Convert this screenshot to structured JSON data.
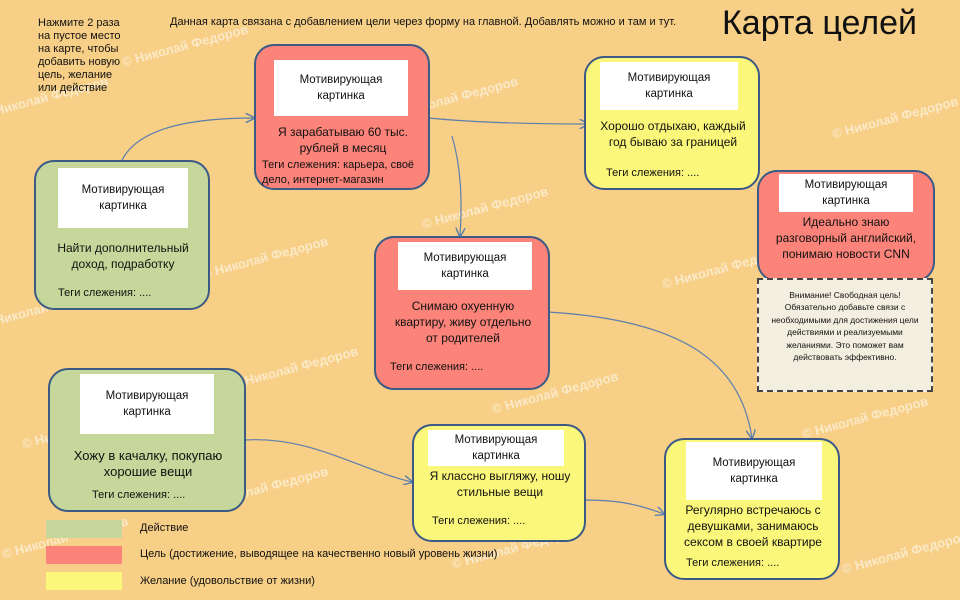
{
  "title": "Карта целей",
  "hint": "Нажмите 2 раза на пустое место на карте, чтобы добавить новую цель, желание или действие",
  "subtitle": "Данная карта связана с добавлением цели через форму на главной. Добавлять можно и там и тут.",
  "watermark": "© Николай Федоров",
  "picture_label": "Мотивирующая картинка",
  "nodes": {
    "income": {
      "type": "action",
      "desc": "Найти дополнительный доход, подработку",
      "tags": "Теги слежения: ...."
    },
    "earn": {
      "type": "goal",
      "desc": "Я зарабатываю 60 тыс. рублей в месяц",
      "tags": "Теги слежения:  карьера, своё дело, интернет-магазин"
    },
    "rest": {
      "type": "wish",
      "desc": "Хорошо отдыхаю, каждый год бываю за границей",
      "tags": "Теги слежения: ...."
    },
    "english": {
      "type": "goal",
      "desc": "Идеально знаю разговорный английский, понимаю новости CNN",
      "tags": ""
    },
    "flat": {
      "type": "goal",
      "desc": "Снимаю охуенную квартиру, живу отдельно  от родителей",
      "tags": "Теги слежения: ...."
    },
    "gym": {
      "type": "action",
      "desc": "Хожу в качалку, покупаю хорошие вещи",
      "tags": "Теги слежения: ...."
    },
    "look": {
      "type": "wish",
      "desc": "Я классно выгляжу, ношу стильные вещи",
      "tags": "Теги слежения: ...."
    },
    "dating": {
      "type": "wish",
      "desc": "Регулярно встречаюсь  с девушками, занимаюсь сексом в своей квартире",
      "tags": "Теги слежения: ...."
    }
  },
  "note": "Внимание! Свободная цель! Обязательно добавьте связи с необходимыми для достижения цели действиями и реализуемыми желаниями. Это поможет вам действовать эффективно.",
  "legend": [
    {
      "label": "Действие",
      "color": "#c5d79a"
    },
    {
      "label": "Цель (достижение, выводящее на качественно новый уровень жизни)",
      "color": "#fb8379"
    },
    {
      "label": "Желание (удовольствие от жизни)",
      "color": "#fbf77a"
    }
  ],
  "colors": {
    "background": "#f7cf86",
    "border": "#3b5a86",
    "edge": "#5b7fae"
  }
}
